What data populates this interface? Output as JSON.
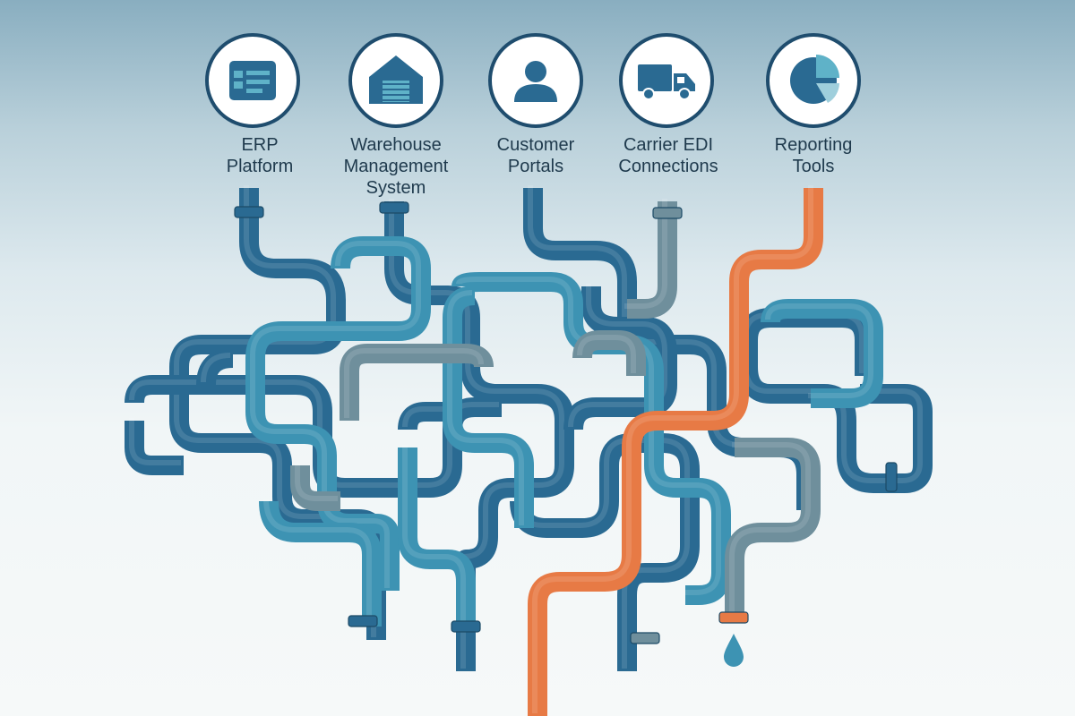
{
  "colors": {
    "dark_blue": "#2a6a92",
    "mid_blue": "#3d93b3",
    "gray": "#6f8f9c",
    "orange": "#e77a45",
    "icon_ring": "#1f4d6e",
    "icon_fill": "#2a6a92",
    "icon_light": "#5fb2c8"
  },
  "systems": [
    {
      "id": "erp",
      "label": "ERP\nPlatform",
      "icon": "dashboard-icon"
    },
    {
      "id": "wms",
      "label": "Warehouse\nManagement\nSystem",
      "icon": "warehouse-icon"
    },
    {
      "id": "portal",
      "label": "Customer\nPortals",
      "icon": "user-icon"
    },
    {
      "id": "edi",
      "label": "Carrier EDI\nConnections",
      "icon": "truck-icon"
    },
    {
      "id": "reporting",
      "label": "Reporting\nTools",
      "icon": "pie-chart-icon"
    }
  ],
  "leak": {
    "icon": "water-drop-icon"
  }
}
